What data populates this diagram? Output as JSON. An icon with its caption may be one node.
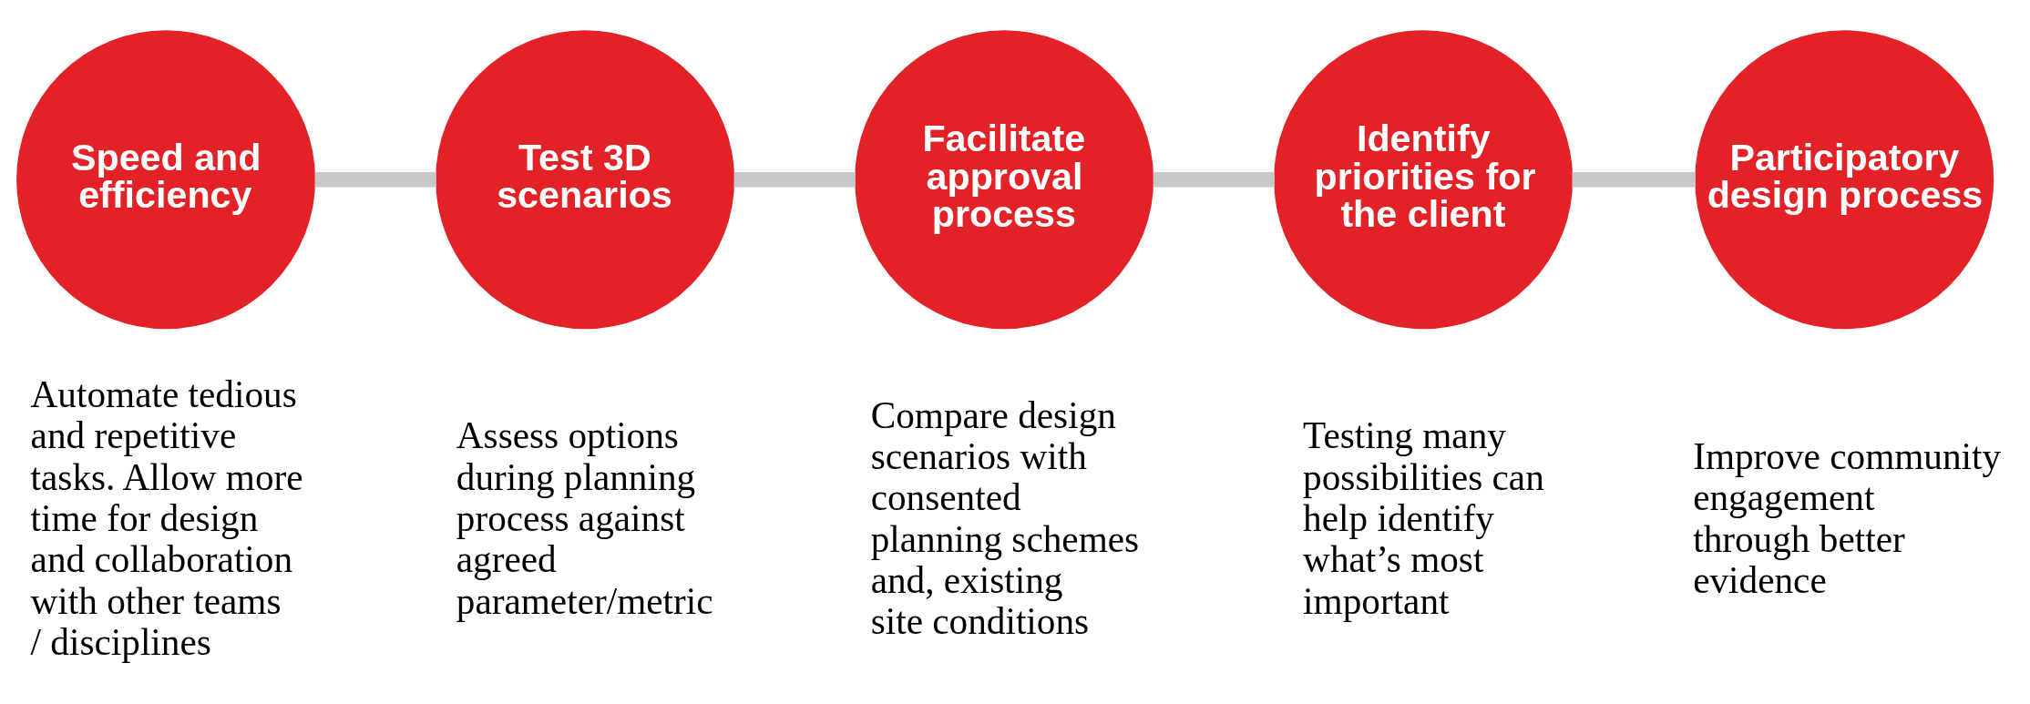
{
  "diagram": {
    "nodes": [
      {
        "text": [
          "Speed and efficiency"
        ],
        "beside": [
          "Automate tedious and repetitive tasks. Allow more time for design and collaboration with other teams / disciplines"
        ]
      },
      {
        "text": [
          "Test 3D scenarios"
        ],
        "beside": [
          "Assess options during planning process against agreed parameter/metric"
        ]
      },
      {
        "text": [
          "Facilitate approval process"
        ],
        "beside": [
          "Compare design scenarios with consented planning schemes and, existing site conditions"
        ]
      },
      {
        "text": [
          "Identify priorities for the client"
        ],
        "beside": [
          "Testing many possibilities can help identify what’s most important"
        ]
      },
      {
        "text": [
          "Participatory design process"
        ],
        "beside": [
          "Improve community engagement through better evidence"
        ]
      }
    ],
    "edges": [
      {
        "from": 0,
        "to": 1,
        "arrow": "none"
      },
      {
        "from": 1,
        "to": 2,
        "arrow": "none"
      },
      {
        "from": 2,
        "to": 3,
        "arrow": "none"
      },
      {
        "from": 3,
        "to": 4,
        "arrow": "none"
      }
    ]
  }
}
